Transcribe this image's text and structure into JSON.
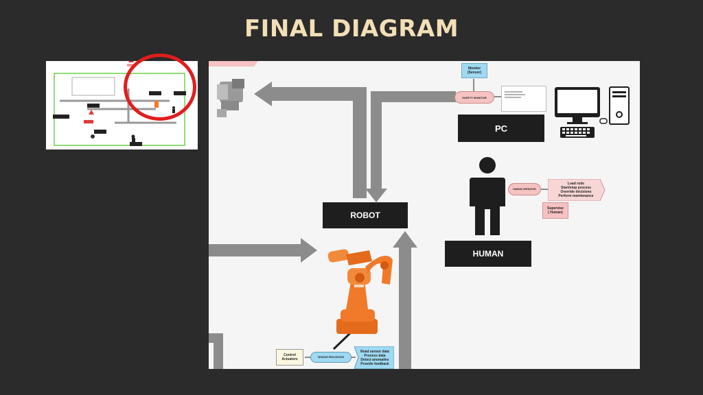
{
  "title": "FINAL DIAGRAM",
  "diagram": {
    "nodes": {
      "robot": "ROBOT",
      "pc": "PC",
      "human": "HUMAN",
      "monitor": "Monitor\n(Sensor)",
      "safety_monitor": "SAFETY MONITOR",
      "human_operator": "HUMAN OPERATOR",
      "human_tasks": "Load rods\nStart/stop process\nOverride decisions\nPerform maintenance",
      "supervise": "Supervise\n( Human)",
      "control_actuators": "Control\nActuators",
      "sensor_processor": "SENSOR PROCESSOR",
      "processor_tasks": "Read sensor data\nProcess data\nDetect anomalies\nProvide feedback"
    }
  },
  "colors": {
    "background": "#2b2b2b",
    "title": "#f3dfb6",
    "canvas": "#f5f5f5",
    "arrow": "#8c8c8c",
    "node_dark": "#1e1e1e",
    "highlight_circle": "#e21d1d",
    "pink": "#f6c2c2",
    "light_blue": "#9fd9f2",
    "cream": "#fbf7df",
    "robot_orange": "#f07a2a"
  },
  "icons": [
    "pc-icon",
    "human-icon",
    "industrial-robot-icon",
    "gripper-icon"
  ]
}
